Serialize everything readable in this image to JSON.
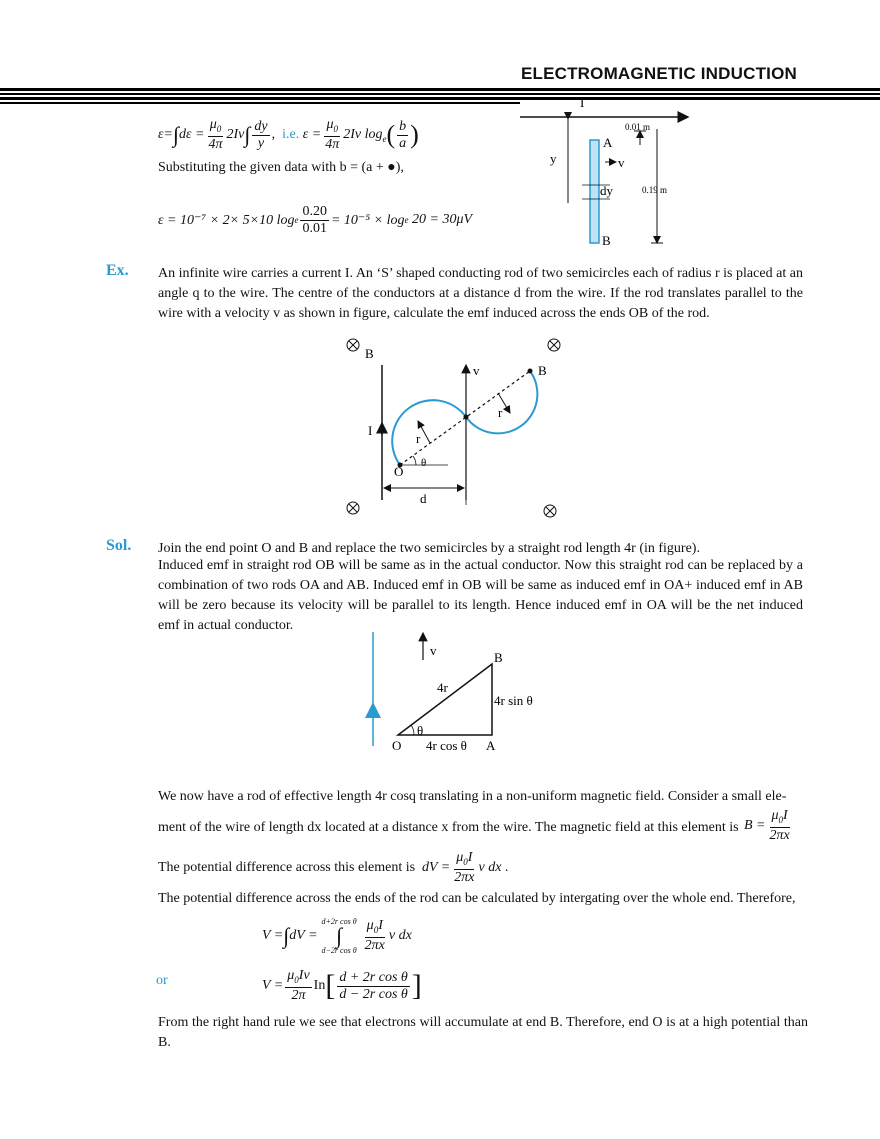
{
  "header": {
    "title": "ELECTROMAGNETIC  INDUCTION"
  },
  "top": {
    "eq1_prefix": "ε=",
    "eq1_ie": "i.e.",
    "substitution_text": "Substituting the given data with b = (a + ●),",
    "eq2": "ε = 10⁻⁷ × 2× 5×10 log",
    "eq2_frac_num": "0.20",
    "eq2_frac_den": "0.01",
    "eq2_tail": "= 10⁻⁵ × log",
    "eq2_end": "20 = 30μV",
    "diagram": {
      "label_I": "I",
      "label_A": "A",
      "label_v": "v",
      "label_y": "y",
      "label_dy": "dy",
      "label_B": "B",
      "label_001": "0.01 m",
      "label_019": "0.19 m"
    }
  },
  "example": {
    "tag": "Ex.",
    "text": "An infinite wire carries a current I. An ‘S’ shaped conducting rod of two semicircles each of radius r is placed at an angle q to the wire. The centre of the conductors at a distance d from the wire. If the rod translates parallel to the wire with a velocity v as shown in figure, calculate the emf induced across the ends OB of the rod.",
    "diagram": {
      "label_B_field": "B",
      "label_v": "v",
      "label_B_end": "B",
      "label_r1": "r",
      "label_r2": "r",
      "label_I": "I",
      "label_O": "O",
      "label_theta": "θ",
      "label_d": "d"
    }
  },
  "solution": {
    "tag": "Sol.",
    "line1": "Join the end point O and B and replace the two semicircles by a straight rod length 4r (in figure).",
    "para": "Induced emf in straight rod OB will be same as in the actual conductor. Now this straight rod can be replaced by a combination of two rods OA and AB. Induced emf in OB will be same as induced emf in OA+ induced emf in AB will be zero because its velocity will be parallel to its length. Hence induced emf in OA will be the net induced emf in actual conductor.",
    "triangle": {
      "label_v": "v",
      "label_B": "B",
      "label_4r": "4r",
      "label_4rsin": "4r sin θ",
      "label_theta": "θ",
      "label_O": "O",
      "label_4rcos": "4r cos θ",
      "label_A": "A"
    },
    "p2a": "We now have a rod of effective length 4r cosq translating in a non-uniform magnetic field.   Consider a small ele-",
    "p2b": "ment of the wire of length dx located at a distance x from the wire. The magnetic field at this element is",
    "p3": "The potential difference across this element is",
    "p4": "The potential difference across the ends of the rod can be calculated by intergating over the whole end. Therefore,",
    "or": "or",
    "last": "From the right hand rule we see that electrons will accumulate at end B. Therefore, end O is at a high potential than B."
  }
}
